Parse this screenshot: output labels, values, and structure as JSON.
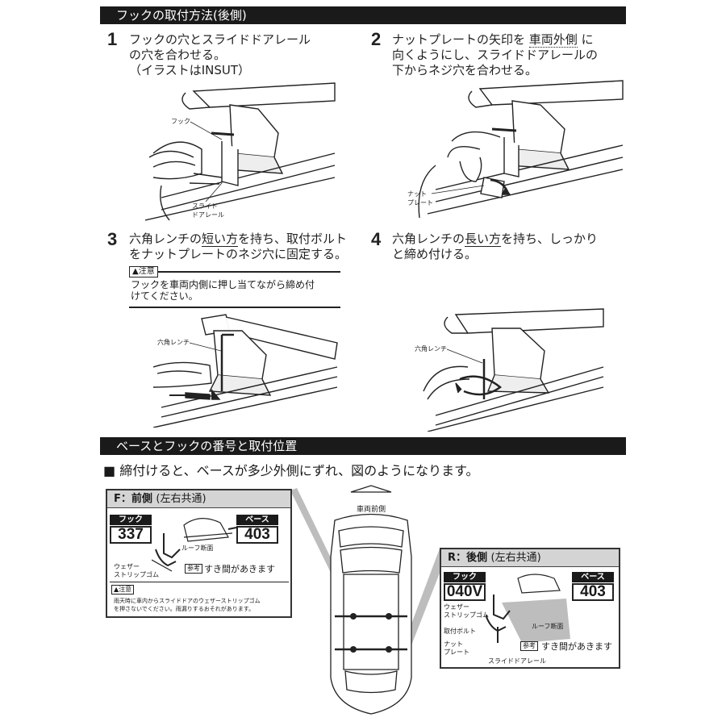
{
  "sections": {
    "hook_install": "フックの取付方法(後側)",
    "base_hook_numbers": "ベースとフックの番号と取付位置"
  },
  "steps": {
    "s1": {
      "num": "1",
      "line1": "フックの穴とスライドドアレール",
      "line2": "の穴を合わせる。",
      "line3": "（イラストはINSUT）",
      "labels": {
        "hook": "フック",
        "rail1": "スライド",
        "rail2": "ドアレール"
      }
    },
    "s2": {
      "num": "2",
      "line1_a": "ナットプレートの矢印を",
      "line1_b": "車両外側",
      "line1_c": "に",
      "line2": "向くようにし、スライドドアレールの",
      "line3": "下からネジ穴を合わせる。",
      "labels": {
        "nut1": "ナット",
        "nut2": "プレート"
      }
    },
    "s3": {
      "num": "3",
      "line1_a": "六角レンチの",
      "line1_b": "短い方",
      "line1_c": "を持ち、取付ボルト",
      "line2": "をナットプレートのネジ穴に固定する。",
      "caution_badge": "注意",
      "caution_line1": "フックを車両内側に押し当てながら締め付",
      "caution_line2": "けてください。",
      "labels": {
        "wrench": "六角レンチ"
      }
    },
    "s4": {
      "num": "4",
      "line1_a": "六角レンチの",
      "line1_b": "長い方",
      "line1_c": "を持ち、しっかり",
      "line2": "と締め付ける。",
      "labels": {
        "wrench": "六角レンチ"
      }
    }
  },
  "bullet": "■ 締付けると、ベースが多少外側にずれ、図のようになります。",
  "car": {
    "front_label": "車両前側"
  },
  "front_panel": {
    "title_bold": "F：前側",
    "title_norm": "(左右共通)",
    "hook_label": "フック",
    "hook_value": "337",
    "base_label": "ベース",
    "base_value": "403",
    "roof_section": "ルーフ断面",
    "weather1": "ウェザー",
    "weather2": "ストリップゴム",
    "ref_badge": "参考",
    "ref_text": "すき間があきます",
    "caution_badge": "注意",
    "caution_line1": "雨天時に車内からスライドドアのウェザーストリップゴム",
    "caution_line2": "を押さないでください。雨漏りするおそれがあります。"
  },
  "rear_panel": {
    "title_bold": "R：後側",
    "title_norm": "(左右共通)",
    "hook_label": "フック",
    "hook_value": "040V",
    "base_label": "ベース",
    "base_value": "403",
    "weather1": "ウェザー",
    "weather2": "ストリップゴム",
    "roof_section": "ルーフ断面",
    "bolt": "取付ボルト",
    "nut1": "ナット",
    "nut2": "プレート",
    "ref_badge": "参考",
    "ref_text": "すき間があきます",
    "rail": "スライドドアレール"
  }
}
